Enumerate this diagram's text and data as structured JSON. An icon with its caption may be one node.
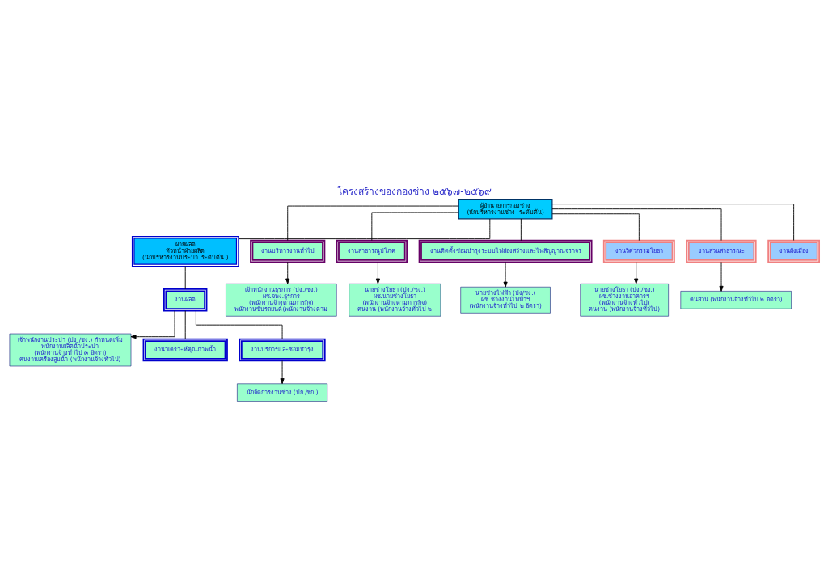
{
  "diagram": {
    "title": "โครงสร้างของกองช่าง ๒๕๖๗-๒๕๖๙",
    "nodes": [
      {
        "text": [
          "ผู้อำนวยการกองช่าง",
          "(นักบริหารงานช่าง  ระดับต้น)"
        ]
      },
      {
        "text": [
          "ฝ่ายผลิต",
          "หัวหน้าฝ่ายผลิต",
          "(นักบริหารงานประปา  ระดับต้น )"
        ]
      },
      {
        "text": [
          "งานบริหารงานทั่วไป"
        ]
      },
      {
        "text": [
          "งานสาธารณูปโภค"
        ]
      },
      {
        "text": [
          "งานติดตั้งซ่อมบำรุงระบบไฟส่องสว่างและไฟสัญญาณจราจร"
        ]
      },
      {
        "text": [
          "เจ้าพนักงานธุรการ (ปง./ชง.)",
          "ผช.จพง.ธุรการ",
          "(พนักงานจ้างตามภารกิจ)",
          "พนักงานขับรถยนต์(พนักงานจ้างตาม"
        ]
      },
      {
        "text": [
          "นายช่างโยธา (ปง./ชง.)",
          "ผช.นายช่างโยธา",
          "(พนักงานจ้างตามภารกิจ)",
          "คนงาน (พนักงานจ้างทั่วไป ๒"
        ]
      },
      {
        "text": [
          "นายช่างไฟฟ้า (ปง/ชง.)",
          "ผช.ช่างงานไฟฟ้าฯ",
          "(พนักงานจ้างทั่วไป ๒ อัตรา)"
        ]
      },
      {
        "text": [
          "งานวิศวกรรมโยธา"
        ]
      },
      {
        "text": [
          "งานสวนสาธารณะ"
        ]
      },
      {
        "text": [
          "งานผังเมือง"
        ]
      },
      {
        "text": [
          "นายช่างโยธา (ปง./ชง.)",
          "ผช.ช่างงานอาคารฯ",
          "(พนักงานจ้างทั่วไป)",
          "คนงาน (พนักงานจ้างทั่วไป)"
        ]
      },
      {
        "text": [
          "คนสวน (พนักงานจ้างทั่วไป ๒ อัตรา)"
        ]
      },
      {
        "text": [
          "งานผลิต"
        ]
      },
      {
        "text": [
          "เจ้าพนักงานประปา (ปง./ชง.) กำหนดเพิ่ม",
          "พนักงานผลิตน้ำประปา",
          "(พนักงานจ้างทั่วไป ๓ อัตรา)",
          "คนงานเครื่องสูบน้ำ (พนักงานจ้างทั่วไป)"
        ]
      },
      {
        "text": [
          "งานวิเคราะห์คุณภาพน้ำ"
        ]
      },
      {
        "text": [
          "งานบริการและซ่อมบำรุง"
        ]
      },
      {
        "text": [
          "นักจัดการงานช่าง (ปก./ชก.)"
        ]
      }
    ],
    "edges": [
      {
        "from": 0,
        "to": 1,
        "arrow": "none"
      },
      {
        "from": 0,
        "to": 2,
        "arrow": "none"
      },
      {
        "from": 0,
        "to": 3,
        "arrow": "none"
      },
      {
        "from": 0,
        "to": 4,
        "arrow": "none"
      },
      {
        "from": 2,
        "to": 5,
        "arrow": "to"
      },
      {
        "from": 3,
        "to": 6,
        "arrow": "to"
      },
      {
        "from": 4,
        "to": 7,
        "arrow": "to"
      },
      {
        "from": 0,
        "to": 8,
        "arrow": "none"
      },
      {
        "from": 0,
        "to": 9,
        "arrow": "none"
      },
      {
        "from": 0,
        "to": 10,
        "arrow": "none"
      },
      {
        "from": 8,
        "to": 11,
        "arrow": "to"
      },
      {
        "from": 9,
        "to": 12,
        "arrow": "to"
      },
      {
        "from": 1,
        "to": 13,
        "arrow": "none"
      },
      {
        "from": 13,
        "to": 14,
        "arrow": "to"
      },
      {
        "from": 13,
        "to": 15,
        "arrow": "none"
      },
      {
        "from": 13,
        "to": 16,
        "arrow": "none"
      },
      {
        "from": 16,
        "to": 17,
        "arrow": "to"
      }
    ]
  }
}
